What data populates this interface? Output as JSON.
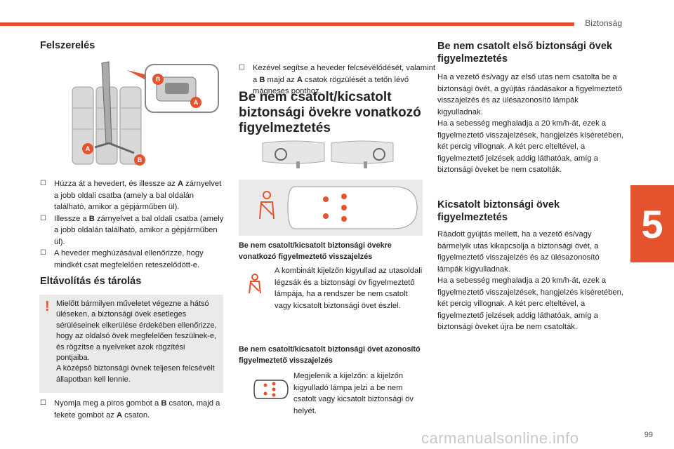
{
  "header": {
    "section": "Biztonság",
    "chapter": "5",
    "page": "99"
  },
  "col1": {
    "heading_install": "Felszerelés",
    "diagram_labels": {
      "a": "A",
      "b": "B"
    },
    "install_steps": [
      {
        "pre": "Húzza át a hevedert, és illessze az ",
        "bold": "A",
        "post": " zárnyelvet a jobb oldali csatba (amely a bal oldalán található, amikor a gépjárműben ül)."
      },
      {
        "pre": "Illessze a ",
        "bold": "B",
        "post": " zárnyelvet a bal oldali csatba (amely a jobb oldalán található, amikor a gépjárműben ül)."
      },
      {
        "pre": "A heveder meghúzásával ellenőrizze, hogy mindkét csat megfelelően reteszelődött-e.",
        "bold": "",
        "post": ""
      }
    ],
    "heading_remove": "Eltávolítás és tárolás",
    "warning_icon": "!",
    "warning_text": "Mielőtt bármilyen műveletet végezne a hátsó üléseken, a biztonsági övek esetleges sérüléseinek elkerülése érdekében ellenőrizze, hogy az oldalsó övek megfelelően feszülnek-e, és rögzítse a nyelveket azok rögzítési pontjaiba.\nA középső biztonsági övnek teljesen felcsévélt állapotban kell lennie.",
    "remove_step": {
      "pre": "Nyomja meg a piros gombot a ",
      "b1": "B",
      "mid": " csaton, majd a fekete gombot az ",
      "b2": "A",
      "post": " csaton."
    }
  },
  "col2": {
    "top_step": {
      "pre": "Kezével segítse a heveder felcsévélődését, valamint a ",
      "b1": "B",
      "mid": " majd az ",
      "b2": "A",
      "post": " csatok rögzülését a tetőn lévő mágneses ponthoz."
    },
    "heading_main": "Be nem csatolt/kicsatolt biztonsági övekre vonatkozó figyelmeztetés",
    "label1": "Be nem csatolt/kicsatolt biztonsági övekre vonatkozó figyelmeztető visszajelzés",
    "text1": "A kombinált kijelzőn kigyullad az utasoldali légzsák és a biztonsági öv figyelmeztető lámpája, ha a rendszer be nem csatolt vagy kicsatolt biztonsági övet észlel.",
    "label2": "Be nem csatolt/kicsatolt biztonsági övet azonosító figyelmeztető visszajelzés",
    "text2": "Megjelenik a kijelzőn: a kijelzőn kigyulladó lámpa jelzi a be nem csatolt vagy kicsatolt biztonsági öv helyét."
  },
  "col3": {
    "heading_front": "Be nem csatolt első biztonsági övek figyelmeztetés",
    "text_front": "Ha a vezető és/vagy az első utas nem csatolta be a biztonsági övét, a gyújtás ráadásakor a figyelmeztető visszajelzés és az ülésazonosító lámpák kigyulladnak.\nHa a sebesség meghaladja a 20 km/h-át, ezek a figyelmeztető visszajelzések, hangjelzés kíséretében, két percig villognak. A két perc elteltével, a figyelmeztető jelzések addig láthatóak, amíg a biztonsági öveket be nem csatolták.",
    "heading_unbuckled": "Kicsatolt biztonsági övek figyelmeztetés",
    "text_unbuckled": "Ráadott gyújtás mellett, ha a vezető és/vagy bármelyik utas kikapcsolja a biztonsági övét, a figyelmeztető visszajelzés és az ülésazonosító lámpák kigyulladnak.\nHa a sebesség meghaladja a 20 km/h-át, ezek a figyelmeztető visszajelzések, hangjelzés kíséretében, két percig villognak. A két perc elteltével, a figyelmeztető jelzések addig láthatóak, amíg a biztonsági öveket újra be nem csatolták."
  },
  "footer": {
    "url": "carmanualsonline.info"
  },
  "colors": {
    "accent": "#e4532e",
    "panel": "#eaeaea"
  },
  "icons": [
    "seatbelt-warning-icon",
    "car-seat-map-icon",
    "interior-mirror-icon",
    "caution-icon",
    "bullet-arrow-icon"
  ]
}
